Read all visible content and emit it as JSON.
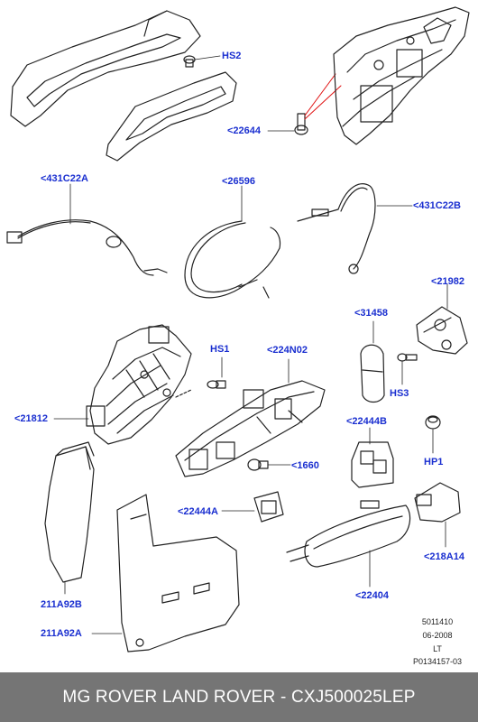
{
  "labels": {
    "hs2": "HS2",
    "p22644": "<22644",
    "p431c22a": "<431C22A",
    "p26596": "<26596",
    "p431c22b": "<431C22B",
    "p21982": "<21982",
    "p31458": "<31458",
    "hs1": "HS1",
    "p224n02": "<224N02",
    "hs3": "HS3",
    "p21812": "<21812",
    "p22444b": "<22444B",
    "hp1": "HP1",
    "p1660": "<1660",
    "p22444a": "<22444A",
    "p218a14": "<218A14",
    "p211a92b": "211A92B",
    "p22404": "<22404",
    "p211a92a": "211A92A"
  },
  "reference": {
    "line1": "5011410",
    "line2": "06-2008",
    "line3": "LT",
    "line4": "P0134157-03"
  },
  "footer": {
    "text": "MG ROVER LAND ROVER - CXJ500025LEP"
  },
  "colors": {
    "label_blue": "#1a2fd0",
    "leader_red": "#e01010",
    "footer_bg": "#757575"
  }
}
